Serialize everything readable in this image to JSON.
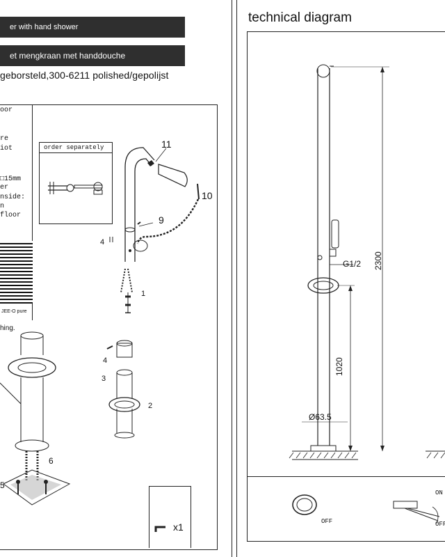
{
  "left": {
    "banner1": "er with hand shower",
    "banner2": "et mengkraan met  handdouche",
    "subline": "geborsteld,300-6211 polished/gepolijst",
    "notes": [
      "oor",
      "re",
      "iot",
      "□15mm",
      "er",
      "nside:",
      "n",
      " floor"
    ],
    "order_separately": "order separately",
    "note_footer": "JEE-O pure",
    "note_text": "hing.",
    "callouts": {
      "c11": "11",
      "c10": "10",
      "c9": "9",
      "c4": "4",
      "c1": "1",
      "c3": "3",
      "c2": "2",
      "c6": "6",
      "c5": "5"
    },
    "qty": "x1"
  },
  "right": {
    "title": "technical diagram",
    "dim_height": "2300",
    "dim_mid": "1020",
    "dim_thread": "G1/2",
    "dim_dia": "Ø63.5",
    "off1": "OFF",
    "on": "ON",
    "off2": "OFF"
  }
}
